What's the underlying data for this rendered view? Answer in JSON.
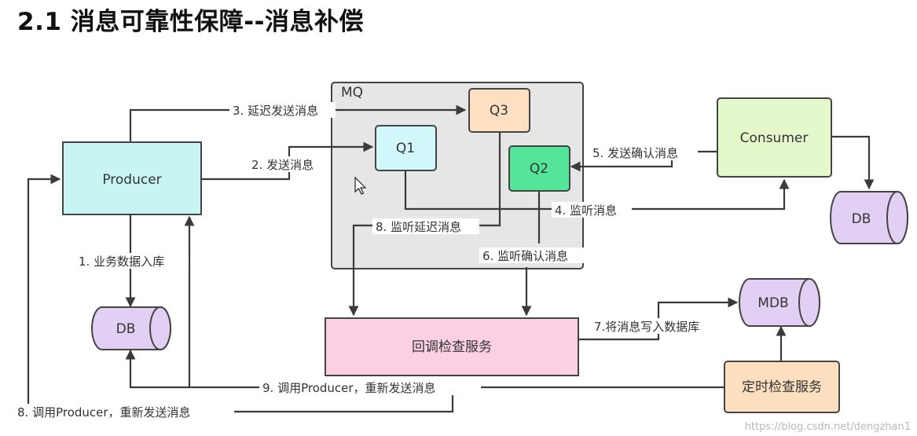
{
  "title": "2.1 消息可靠性保障--消息补偿",
  "colors": {
    "producer": "#c9f4f4",
    "consumer": "#e4f8cc",
    "mq": "#e6e6e6",
    "q1": "#d2f7fb",
    "q2": "#55e59a",
    "q3": "#fde0c2",
    "db": "#e2cff4",
    "callback": "#fbd0e2",
    "timer": "#fbdfbe",
    "line": "#3a3a3a"
  },
  "nodes": {
    "producer": "Producer",
    "consumer": "Consumer",
    "mq": "MQ",
    "q1": "Q1",
    "q2": "Q2",
    "q3": "Q3",
    "db_left": "DB",
    "db_right": "DB",
    "mdb": "MDB",
    "callback_service": "回调检查服务",
    "timer_service": "定时检查服务"
  },
  "edges": {
    "e1": "1. 业务数据入库",
    "e2": "2. 发送消息",
    "e3": "3. 延迟发送消息",
    "e4": "4. 监听消息",
    "e5": "5. 发送确认消息",
    "e6": "6. 监听确认消息",
    "e7": "7.将消息写入数据库",
    "e8a": "8. 监听延迟消息",
    "e8b": "8. 调用Producer，重新发送消息",
    "e9": "9. 调用Producer，重新发送消息"
  },
  "watermark": "https://blog.csdn.net/dengzhan1"
}
